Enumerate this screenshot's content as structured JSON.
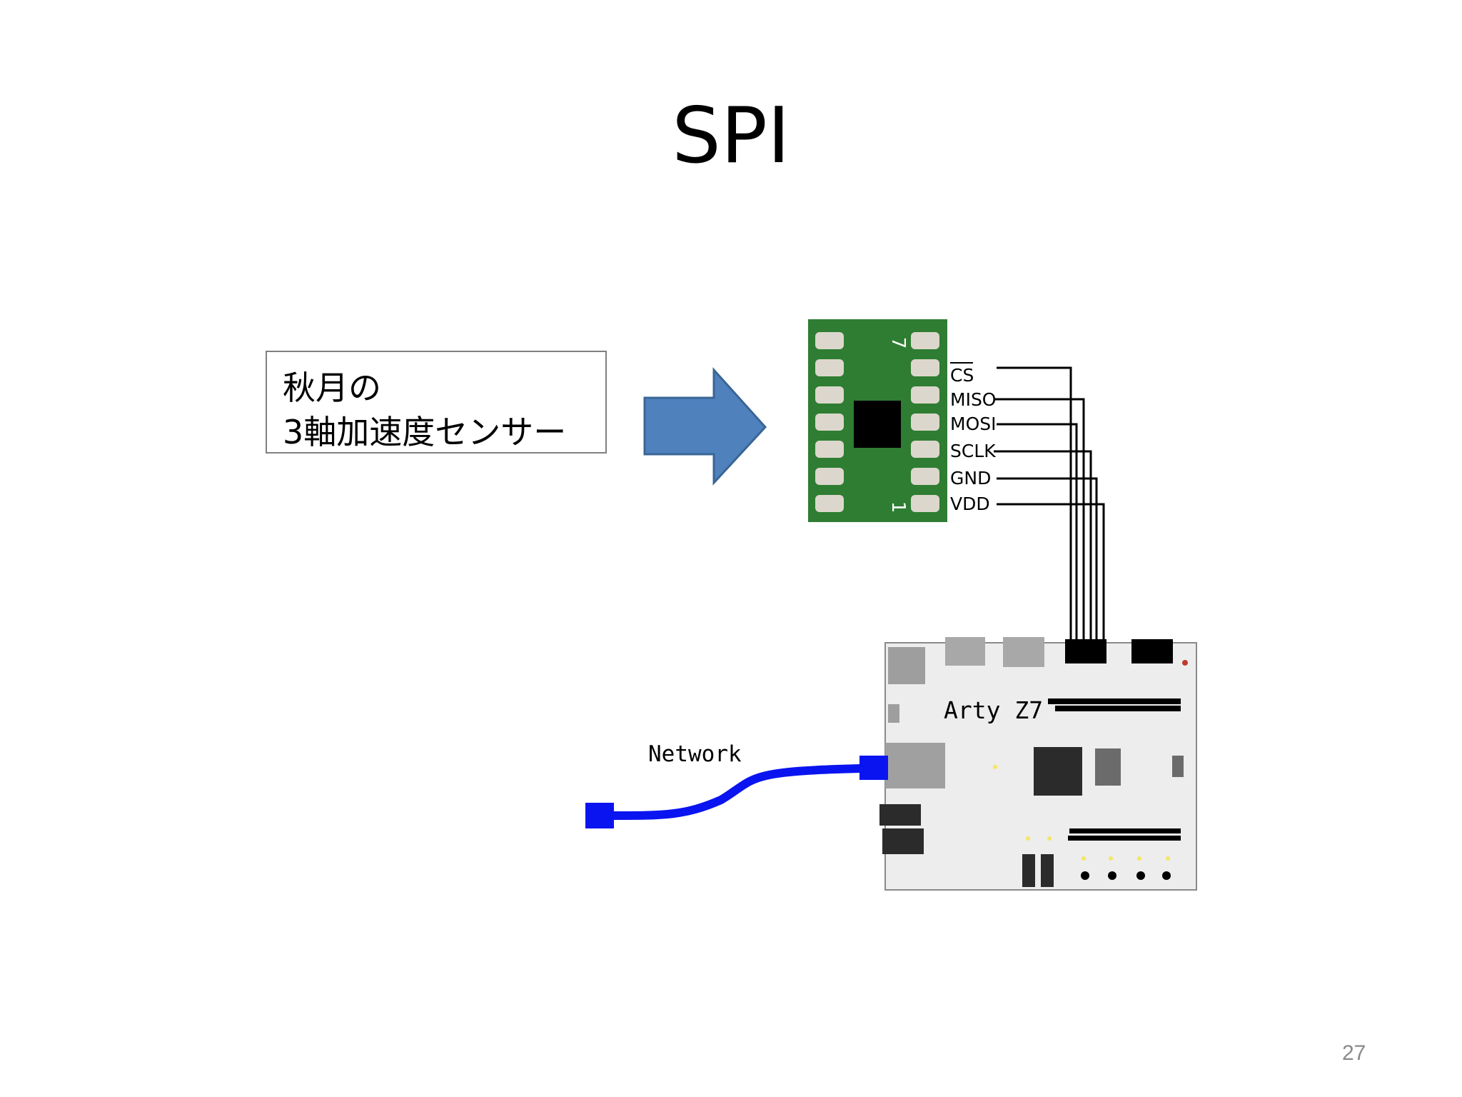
{
  "slide": {
    "title": "SPI",
    "page_number": "27"
  },
  "sensor_label": {
    "line1": "秋月の",
    "line2": "3軸加速度センサー"
  },
  "sensor_module": {
    "pin_number_top": "7",
    "pin_number_bottom": "1",
    "pins": [
      "CS",
      "MISO",
      "MOSI",
      "SCLK",
      "GND",
      "VDD"
    ],
    "pcb_color": "#2e7d32"
  },
  "board": {
    "name": "Arty Z7"
  },
  "network": {
    "label": "Network",
    "cable_color": "#0a14f0"
  },
  "arrow": {
    "color": "#4f81bd"
  }
}
